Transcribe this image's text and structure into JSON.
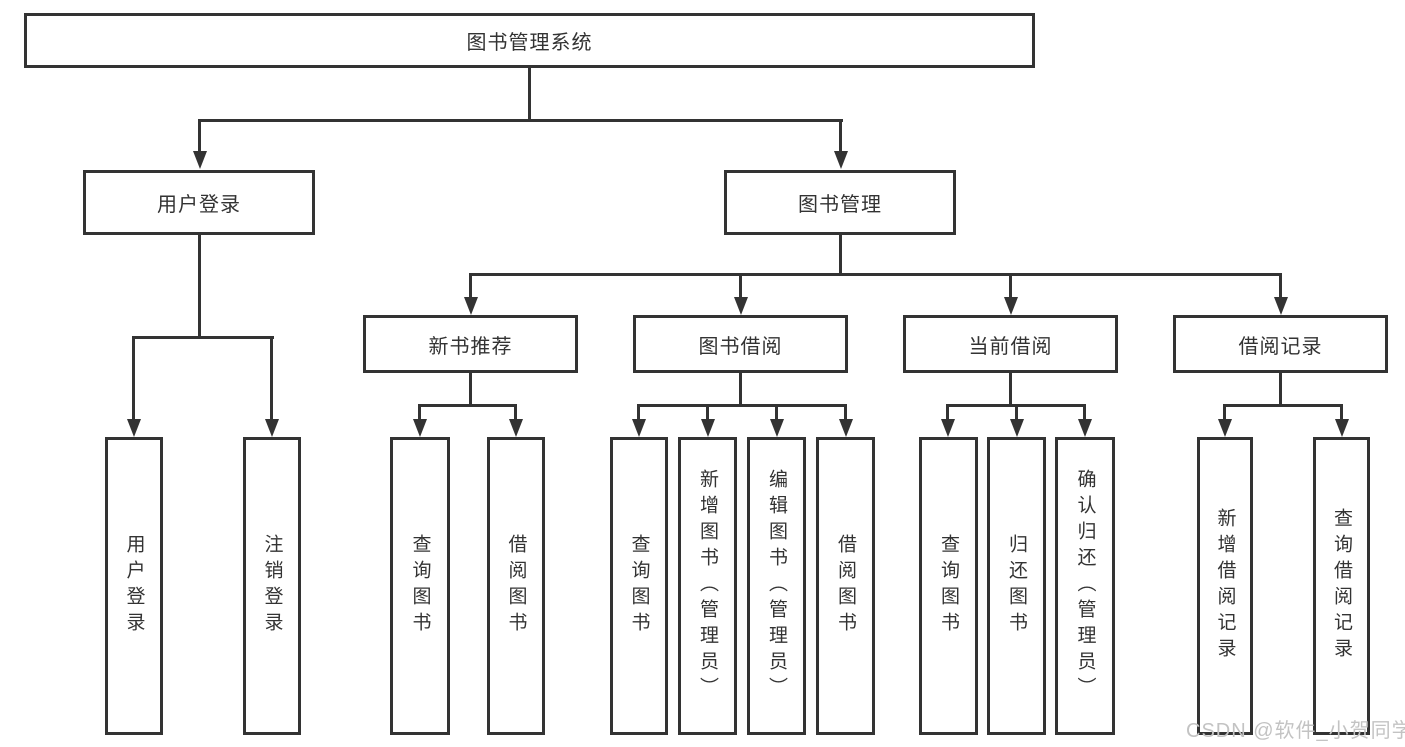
{
  "colors": {
    "line": "#333333",
    "text": "#333333",
    "box_background": "#ffffff",
    "watermark_text_color": "#c3c3c3"
  },
  "diagram": {
    "root": {
      "label": "图书管理系统"
    },
    "level2": [
      {
        "label": "用户登录"
      },
      {
        "label": "图书管理"
      }
    ],
    "level3": [
      {
        "label": "新书推荐"
      },
      {
        "label": "图书借阅"
      },
      {
        "label": "当前借阅"
      },
      {
        "label": "借阅记录"
      }
    ],
    "leaves": {
      "login": [
        "用户登录",
        "注销登录"
      ],
      "recommend": [
        "查询图书",
        "借阅图书"
      ],
      "borrow": [
        "查询图书",
        "新增图书（管理员）",
        "编辑图书（管理员）",
        "借阅图书"
      ],
      "current": [
        "查询图书",
        "归还图书",
        "确认归还（管理员）"
      ],
      "records": [
        "新增借阅记录",
        "查询借阅记录"
      ]
    }
  },
  "watermark": {
    "text": "CSDN @软件_小贺同学"
  }
}
